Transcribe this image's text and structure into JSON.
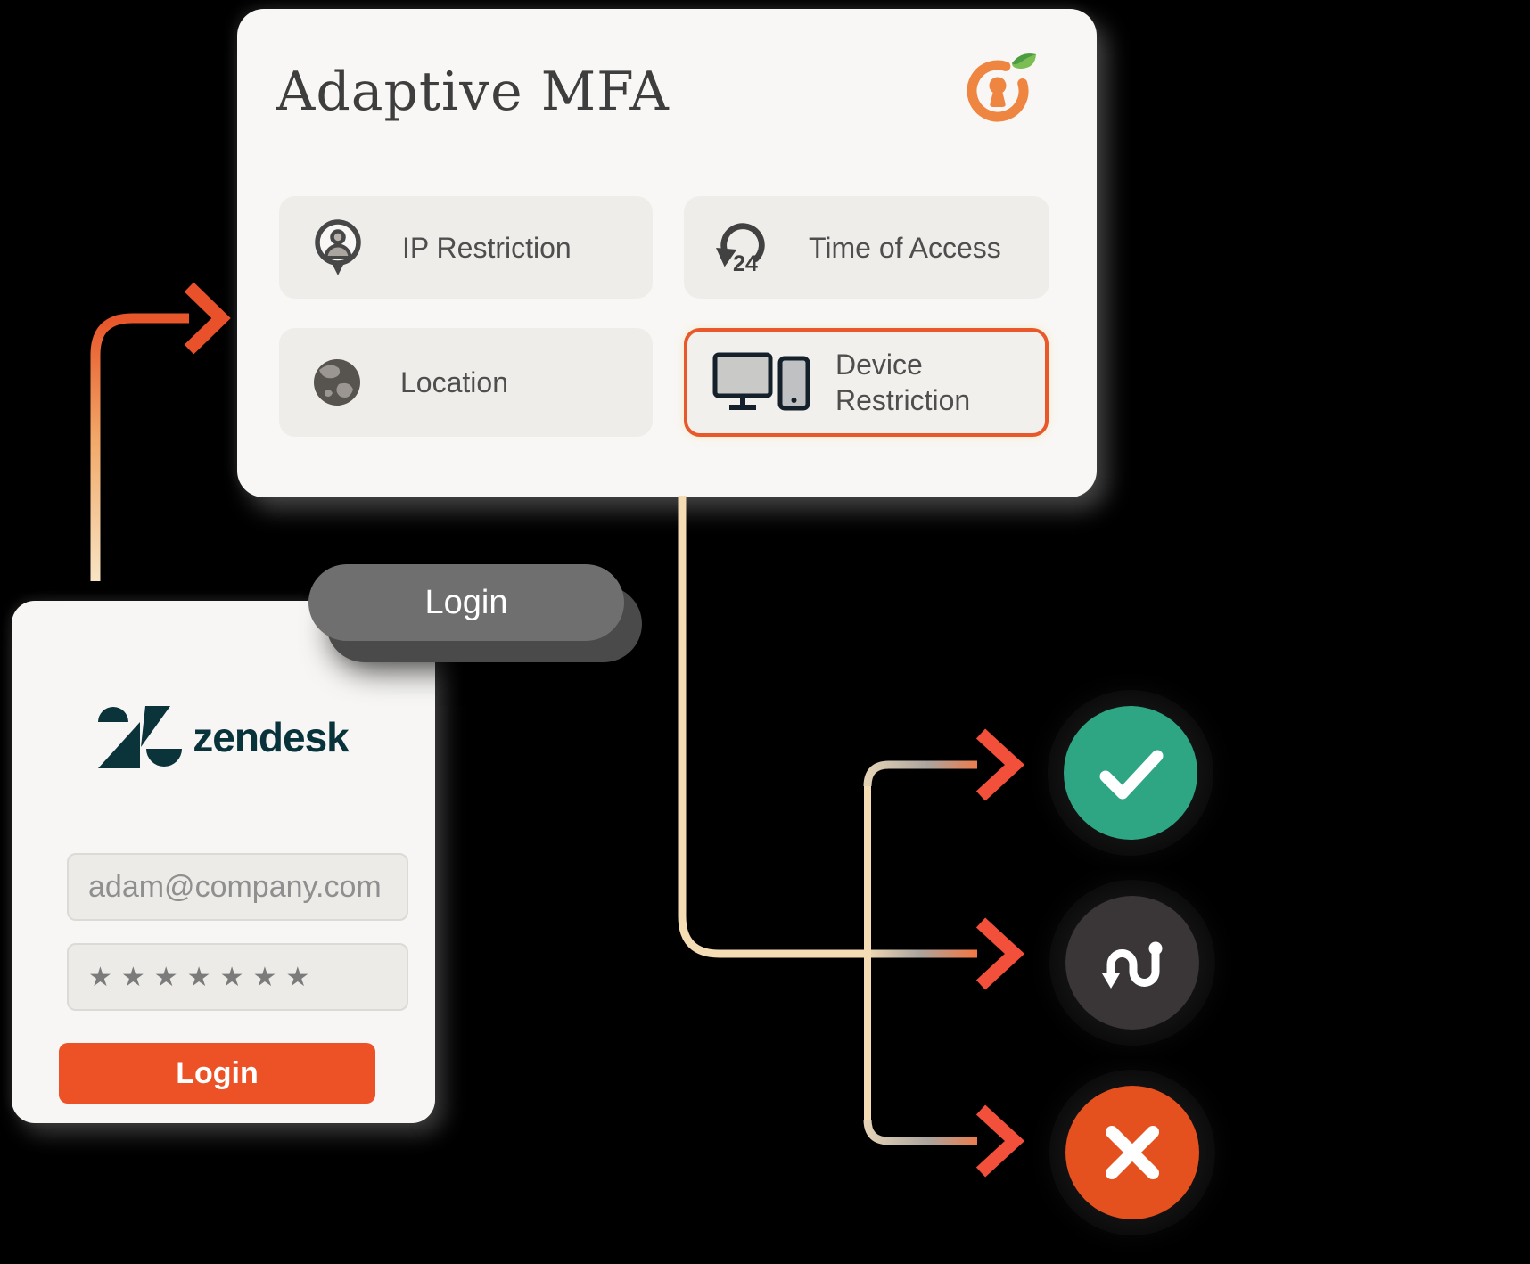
{
  "mfa_card": {
    "title": "Adaptive MFA",
    "logo": "miniorange-logo",
    "chips": [
      {
        "key": "ip",
        "label": "IP Restriction",
        "icon": "person-pin-icon",
        "highlighted": false
      },
      {
        "key": "time",
        "label": "Time of Access",
        "icon": "rotate-24-icon",
        "icon_text": "24",
        "highlighted": false
      },
      {
        "key": "location",
        "label": "Location",
        "icon": "globe-icon",
        "highlighted": false
      },
      {
        "key": "device",
        "label": "Device Restriction",
        "icon": "devices-icon",
        "highlighted": true
      }
    ],
    "highlight_color": "#E9582A"
  },
  "flow": {
    "login_label": "Login"
  },
  "zendesk_card": {
    "brand": "zendesk",
    "brand_color": "#08333B",
    "email_placeholder": "adam@company.com",
    "password_value": "★★★★★★★",
    "login_button_label": "Login",
    "button_color": "#EC5226"
  },
  "outcomes": [
    {
      "key": "allow",
      "icon": "check-icon",
      "color": "#2EA583"
    },
    {
      "key": "challenge",
      "icon": "detour-icon",
      "color": "#3A3637"
    },
    {
      "key": "deny",
      "icon": "x-icon",
      "color": "#E4511E"
    }
  ],
  "arrow_colors": {
    "start": "#F4DCB5",
    "mid_gray": "#ABA49E",
    "end": "#F2523A",
    "solid": "#E8512A"
  }
}
